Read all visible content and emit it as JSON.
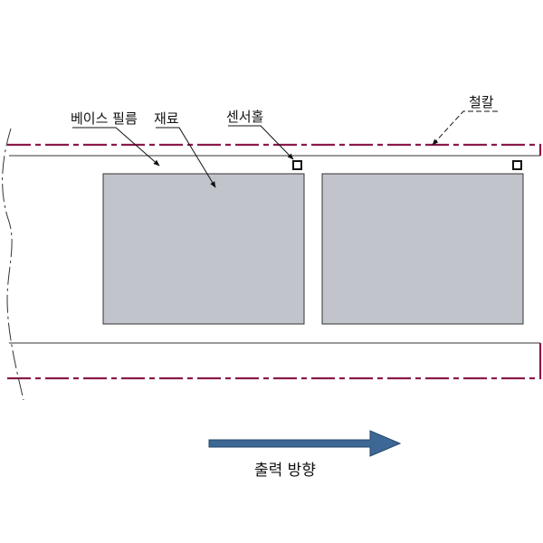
{
  "labels": {
    "base_film": "베이스 필름",
    "material": "재료",
    "sensor_hole": "센서홀",
    "cutter": "철칼",
    "output_direction": "출력 방향"
  },
  "colors": {
    "cut_line": "#8b1a4a",
    "film_outline": "#333333",
    "material_fill": "#c1c4ca",
    "arrow_fill": "#3d6896",
    "arrow_stroke": "#24466b",
    "leader": "#111111",
    "break_line": "#333333"
  }
}
